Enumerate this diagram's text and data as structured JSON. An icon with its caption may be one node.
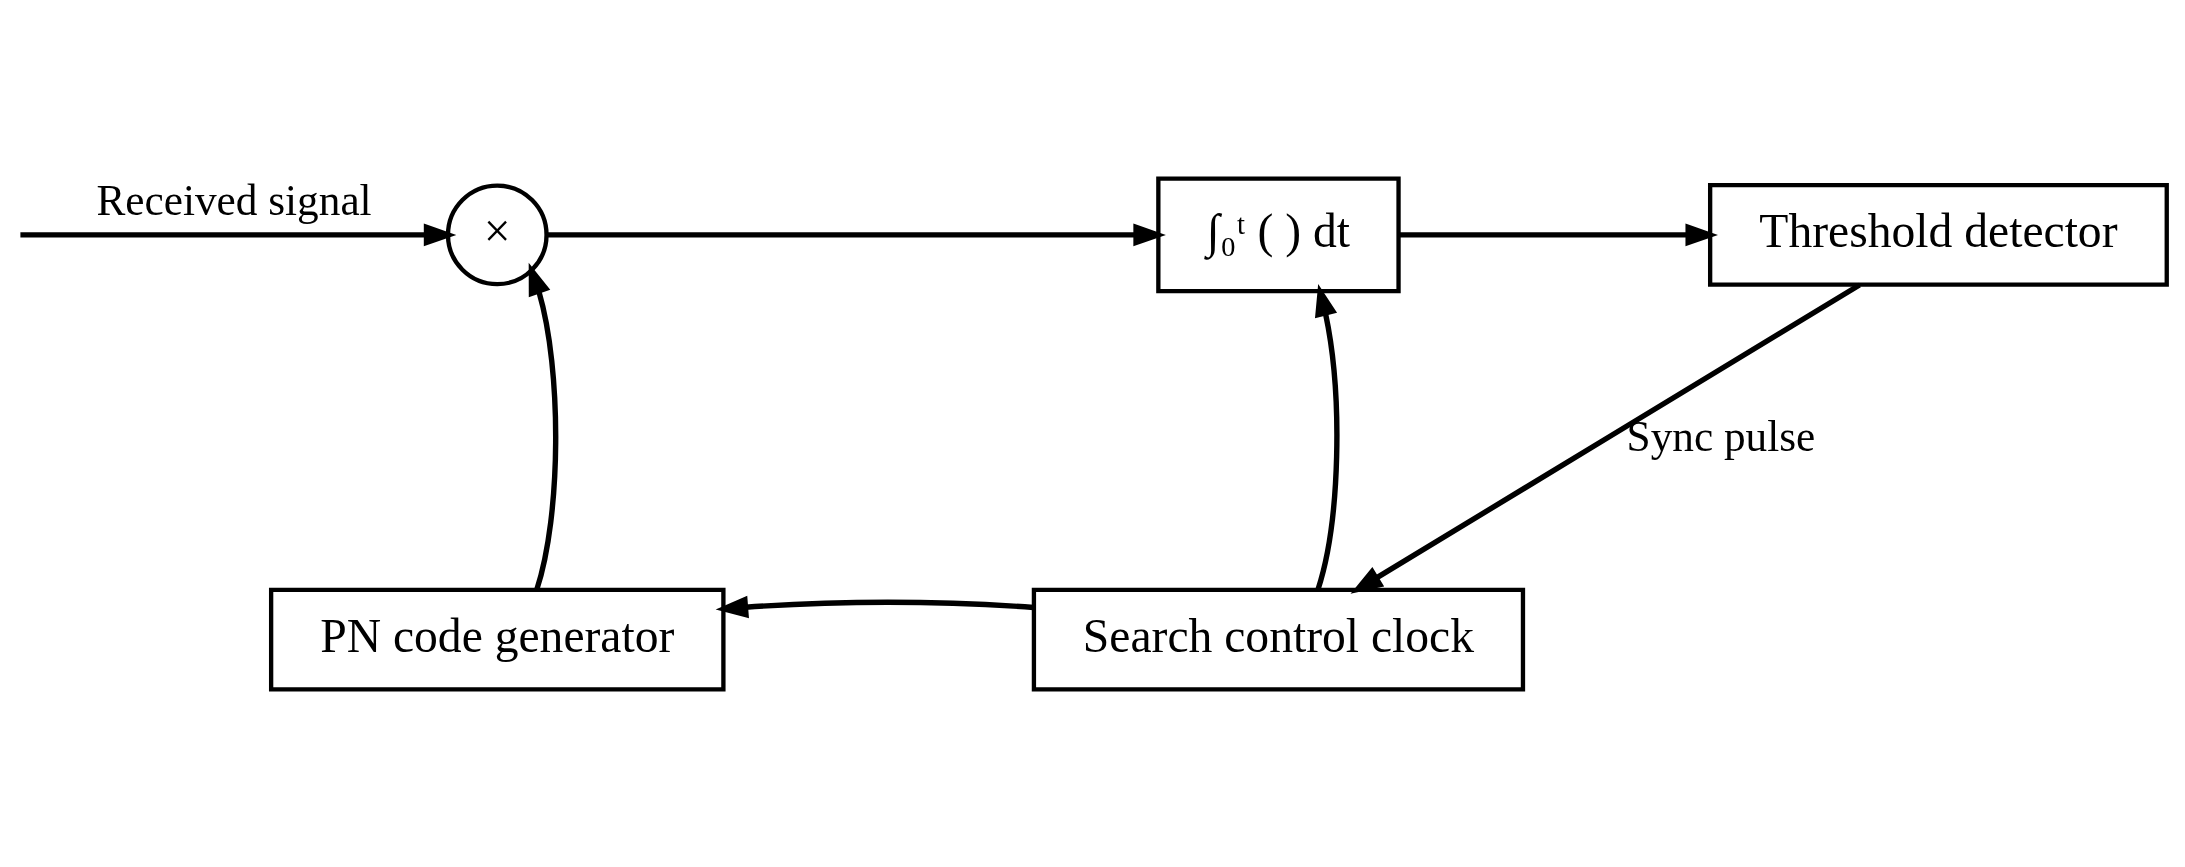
{
  "diagram": {
    "nodes": [
      {
        "text": [
          "×"
        ]
      },
      {
        "text": [
          "∫₀ᵗ ( ) dt"
        ]
      },
      {
        "text": [
          "Threshold detector"
        ]
      },
      {
        "text": [
          "Search control clock"
        ]
      },
      {
        "text": [
          "PN code generator"
        ]
      }
    ],
    "edges": [
      {
        "from": null,
        "to": 0,
        "arrow": "to",
        "label": "Received signal"
      },
      {
        "from": 0,
        "to": 1,
        "arrow": "to"
      },
      {
        "from": 1,
        "to": 2,
        "arrow": "to"
      },
      {
        "from": 2,
        "to": 3,
        "arrow": "to",
        "label": "Sync pulse"
      },
      {
        "from": 3,
        "to": 1,
        "arrow": "to"
      },
      {
        "from": 3,
        "to": 4,
        "arrow": "to"
      },
      {
        "from": 4,
        "to": 0,
        "arrow": "to"
      }
    ]
  }
}
